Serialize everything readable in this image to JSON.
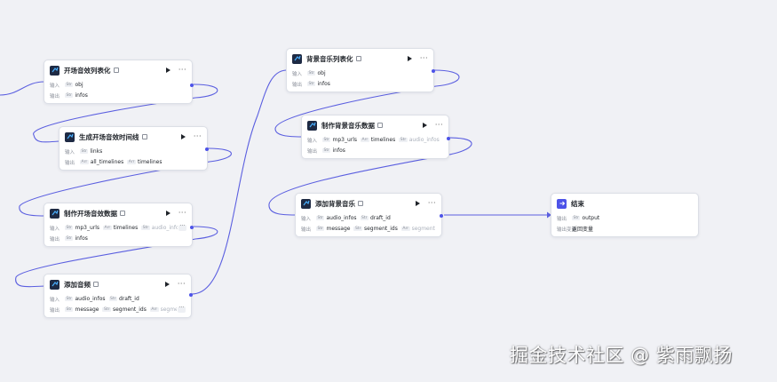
{
  "labels": {
    "input": "输入",
    "output": "输出",
    "output_var": "输出变量"
  },
  "nodes": {
    "open_list": {
      "title": "开场音效列表化",
      "inputs": [
        {
          "type": "Str",
          "name": "obj"
        }
      ],
      "outputs": [
        {
          "type": "Str",
          "name": "infos"
        }
      ]
    },
    "gen_timeline": {
      "title": "生成开场音效时间线",
      "inputs": [
        {
          "type": "Str",
          "name": "links"
        }
      ],
      "outputs": [
        {
          "type": "Arr",
          "name": "all_timelines"
        },
        {
          "type": "Arr",
          "name": "timelines"
        }
      ]
    },
    "make_open": {
      "title": "制作开场音效数据",
      "inputs": [
        {
          "type": "Str",
          "name": "mp3_urls"
        },
        {
          "type": "Arr",
          "name": "timelines"
        },
        {
          "type": "Str",
          "name": "audio_infos"
        }
      ],
      "outputs": [
        {
          "type": "Str",
          "name": "infos"
        }
      ]
    },
    "add_audio": {
      "title": "添加音频",
      "inputs": [
        {
          "type": "Str",
          "name": "audio_infos"
        },
        {
          "type": "Str",
          "name": "draft_id"
        }
      ],
      "outputs": [
        {
          "type": "Str",
          "name": "message"
        },
        {
          "type": "Str",
          "name": "segment_ids"
        },
        {
          "type": "Arr",
          "name": "segment"
        }
      ]
    },
    "bg_list": {
      "title": "背景音乐列表化",
      "inputs": [
        {
          "type": "Str",
          "name": "obj"
        }
      ],
      "outputs": [
        {
          "type": "Str",
          "name": "infos"
        }
      ]
    },
    "make_bg": {
      "title": "制作背景音乐数据",
      "inputs": [
        {
          "type": "Str",
          "name": "mp3_urls"
        },
        {
          "type": "Arr",
          "name": "timelines"
        },
        {
          "type": "Str",
          "name": "audio_infos"
        }
      ],
      "outputs": [
        {
          "type": "Str",
          "name": "infos"
        }
      ]
    },
    "add_bg": {
      "title": "添加背景音乐",
      "inputs": [
        {
          "type": "Str",
          "name": "audio_infos"
        },
        {
          "type": "Str",
          "name": "draft_id"
        }
      ],
      "outputs": [
        {
          "type": "Str",
          "name": "message"
        },
        {
          "type": "Str",
          "name": "segment_ids"
        },
        {
          "type": "Arr",
          "name": "segment"
        }
      ]
    },
    "end": {
      "title": "结束",
      "outputs": [
        {
          "type": "Str",
          "name": "output"
        }
      ],
      "output_var_value": "返回变量"
    }
  },
  "watermark": "掘金技术社区 @ 紫雨飘扬",
  "colors": {
    "accent": "#4d53e8",
    "node_icon": "#1e2a44",
    "background": "#f0f1f5"
  }
}
